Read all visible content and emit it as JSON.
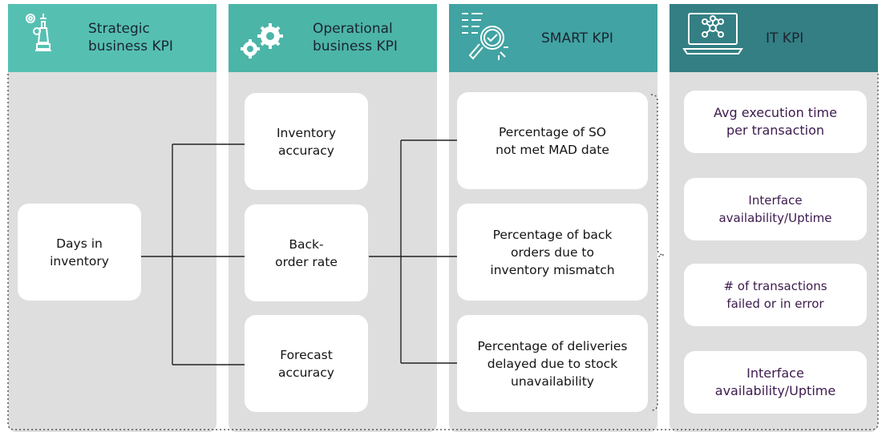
{
  "columns": [
    {
      "title": "Strategic\nbusiness KPI",
      "icon": "chess-gear-icon"
    },
    {
      "title": "Operational\nbusiness KPI",
      "icon": "gears-icon"
    },
    {
      "title": "SMART KPI",
      "icon": "checklist-target-icon"
    },
    {
      "title": "IT KPI",
      "icon": "laptop-network-icon"
    }
  ],
  "strategic": {
    "kpi": "Days in\ninventory"
  },
  "operational": {
    "kpis": [
      "Inventory\naccuracy",
      "Back-\norder rate",
      "Forecast\naccuracy"
    ]
  },
  "smart": {
    "kpis": [
      "Percentage of SO\nnot met MAD date",
      "Percentage of back\norders due to\ninventory mismatch",
      "Percentage of deliveries\ndelayed due to stock\nunavailability"
    ]
  },
  "it": {
    "kpis": [
      "Avg execution time\nper transaction",
      "Interface\navailability/Uptime",
      "# of transactions\nfailed or in error",
      "Interface\navailability/Uptime"
    ]
  },
  "colors": {
    "teal_1": "#55c0b2",
    "teal_2": "#4bb5a7",
    "teal_3": "#41a3a3",
    "teal_4": "#337f84",
    "column_bg": "#dedede",
    "it_text": "#3c1a4d"
  }
}
